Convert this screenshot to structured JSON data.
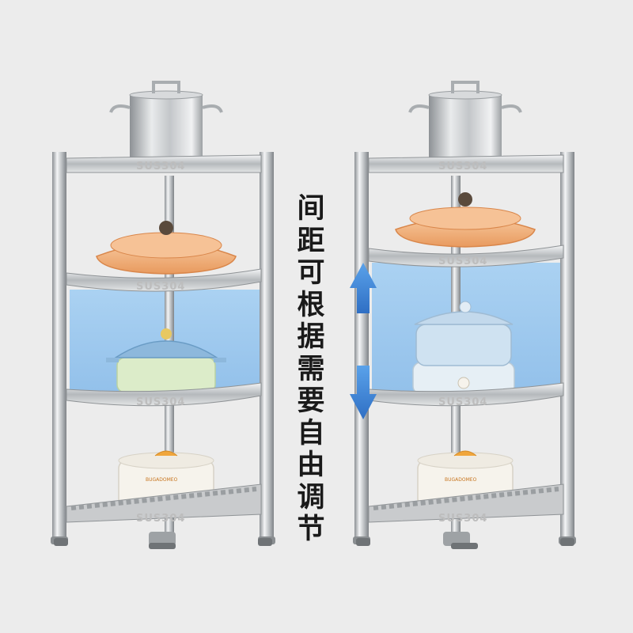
{
  "caption": {
    "chars": [
      "间",
      "距",
      "可",
      "根",
      "据",
      "需",
      "要",
      "自",
      "由",
      "调",
      "节"
    ]
  },
  "shelf_marking": "SUS304",
  "appliance_brand": "BUGADOMEO",
  "colors": {
    "background": "#ececec",
    "steel": "#c9cbcd",
    "adjustment_panel": "#8fc3ef",
    "arrow": "#3d87dc",
    "orange_pot": "#f2b07a",
    "blue_pot": "#cfe2f1",
    "green_pot": "#d9ecc7",
    "cooker_accent": "#f0a63c"
  },
  "icons": {
    "adjust_arrows": "double-vertical-arrow-icon"
  }
}
